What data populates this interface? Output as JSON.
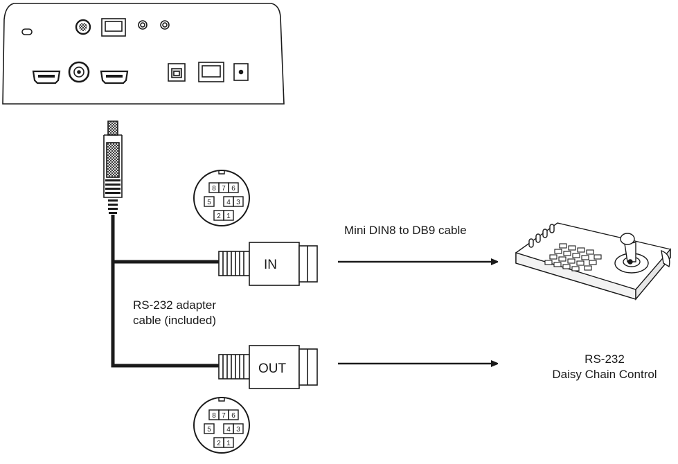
{
  "labels": {
    "in_port": "IN",
    "out_port": "OUT",
    "adapter_cable_line1": "RS-232 adapter",
    "adapter_cable_line2": "cable (included)",
    "din_db9_cable": "Mini DIN8 to DB9 cable",
    "daisy_chain_line1": "RS-232",
    "daisy_chain_line2": "Daisy Chain Control"
  },
  "pinout_top": {
    "row1": [
      "8",
      "7",
      "6"
    ],
    "row2": [
      "5",
      "4",
      "3"
    ],
    "row3": [
      "2",
      "1"
    ]
  },
  "pinout_bottom": {
    "row1": [
      "8",
      "7",
      "6"
    ],
    "row2": [
      "5",
      "4",
      "3"
    ],
    "row3": [
      "2",
      "1"
    ]
  },
  "colors": {
    "line": "#1a1a1a",
    "background": "#ffffff"
  }
}
